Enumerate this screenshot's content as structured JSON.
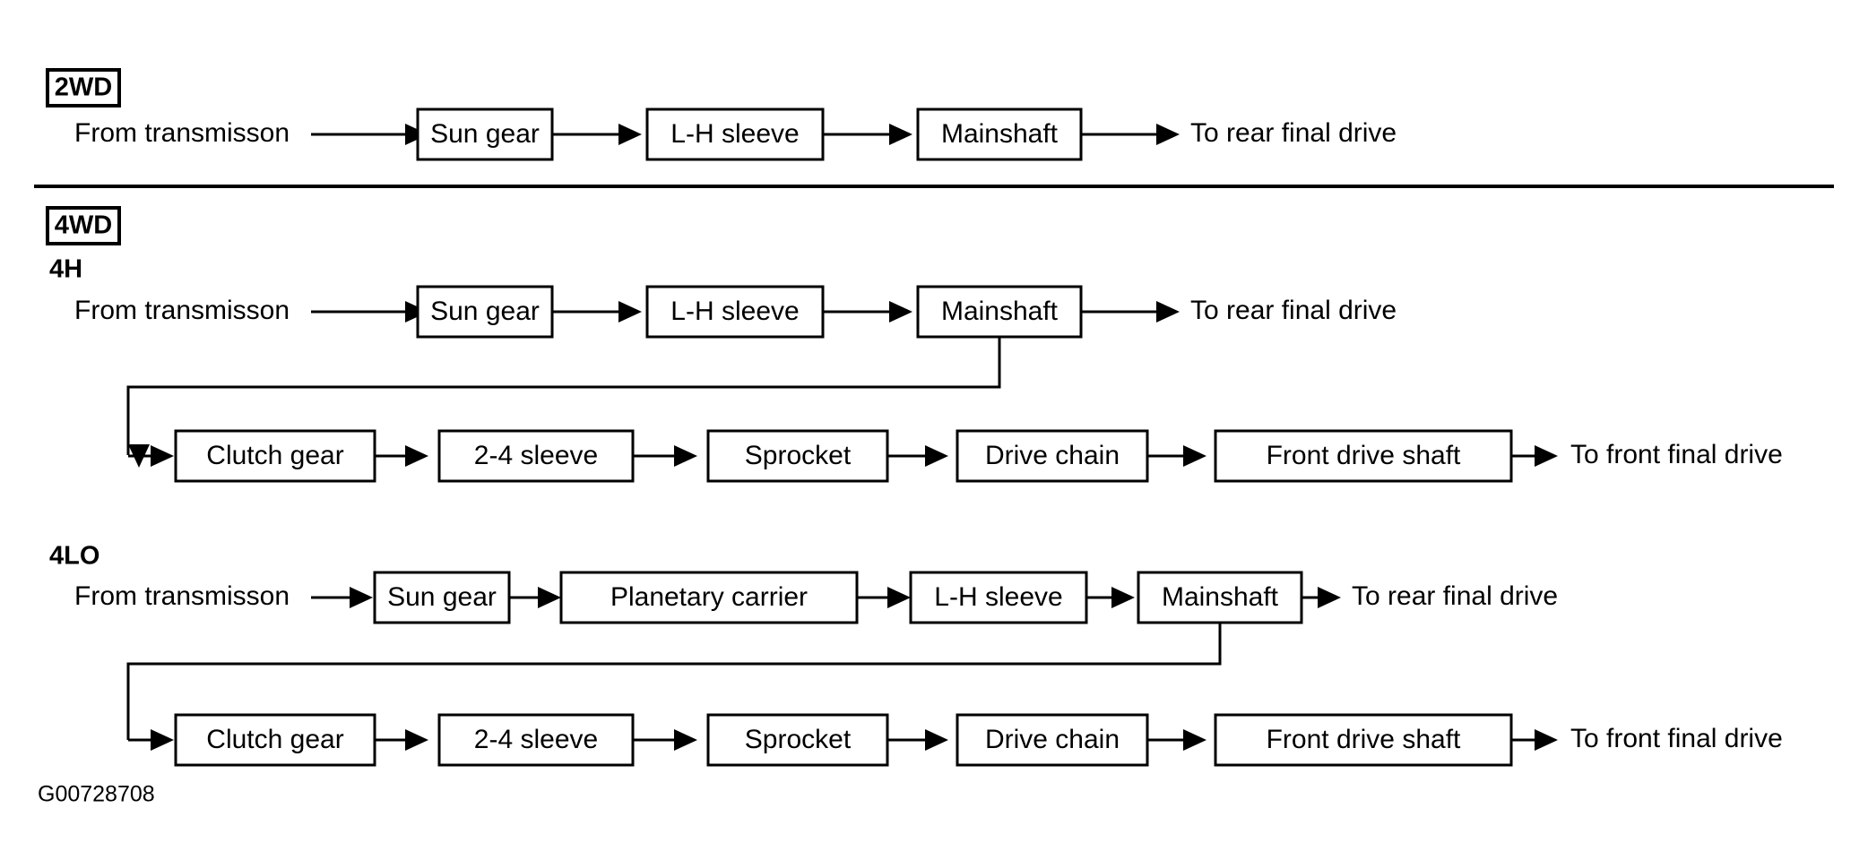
{
  "figure": {
    "caption": "G00728708",
    "background_color": "#ffffff",
    "ink_color": "#000000"
  },
  "sections": [
    {
      "id": "2wd",
      "chip_label": "2WD",
      "sub_label": "",
      "rows": [
        {
          "id": "2wd-main",
          "start_label": "From transmisson",
          "end_label": "To rear final drive",
          "boxes": [
            {
              "label": "Sun gear"
            },
            {
              "label": "L-H sleeve"
            },
            {
              "label": "Mainshaft"
            }
          ]
        }
      ]
    },
    {
      "id": "4wd-4h",
      "chip_label": "4WD",
      "sub_label": "4H",
      "rows": [
        {
          "id": "4h-main",
          "start_label": "From transmisson",
          "end_label": "To rear final drive",
          "boxes": [
            {
              "label": "Sun gear"
            },
            {
              "label": "L-H sleeve"
            },
            {
              "label": "Mainshaft"
            }
          ]
        },
        {
          "id": "4h-front",
          "start_label": "",
          "end_label": "To front final drive",
          "boxes": [
            {
              "label": "Clutch gear"
            },
            {
              "label": "2-4 sleeve"
            },
            {
              "label": "Sprocket"
            },
            {
              "label": "Drive chain"
            },
            {
              "label": "Front drive shaft"
            }
          ]
        }
      ]
    },
    {
      "id": "4wd-4lo",
      "chip_label": "",
      "sub_label": "4LO",
      "rows": [
        {
          "id": "4lo-main",
          "start_label": "From transmisson",
          "end_label": "To rear final drive",
          "boxes": [
            {
              "label": "Sun gear"
            },
            {
              "label": "Planetary carrier"
            },
            {
              "label": "L-H sleeve"
            },
            {
              "label": "Mainshaft"
            }
          ]
        },
        {
          "id": "4lo-front",
          "start_label": "",
          "end_label": "To front final drive",
          "boxes": [
            {
              "label": "Clutch gear"
            },
            {
              "label": "2-4 sleeve"
            },
            {
              "label": "Sprocket"
            },
            {
              "label": "Drive chain"
            },
            {
              "label": "Front drive shaft"
            }
          ]
        }
      ]
    }
  ],
  "labels": {
    "chip_2wd": "2WD",
    "chip_4wd": "4WD",
    "mode_4h": "4H",
    "mode_4lo": "4LO",
    "from_transmission": "From transmisson",
    "to_rear_final_drive": "To rear final drive",
    "to_front_final_drive": "To front final drive",
    "sun_gear": "Sun gear",
    "lh_sleeve": "L-H sleeve",
    "mainshaft": "Mainshaft",
    "planetary_carrier": "Planetary carrier",
    "clutch_gear": "Clutch gear",
    "two_four_sleeve": "2-4 sleeve",
    "sprocket": "Sprocket",
    "drive_chain": "Drive chain",
    "front_drive_shaft": "Front drive shaft",
    "caption": "G00728708"
  }
}
